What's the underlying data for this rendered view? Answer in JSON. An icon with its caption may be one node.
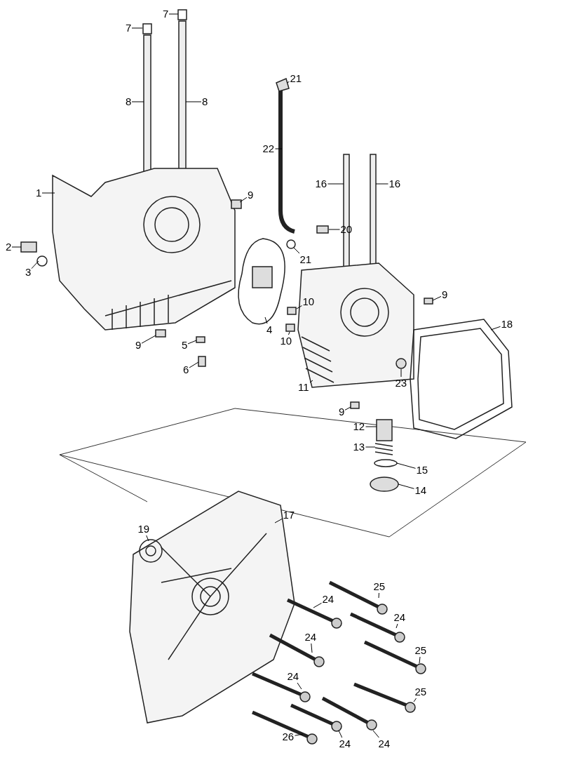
{
  "diagram": {
    "nodes": [
      {
        "text": [
          "7"
        ]
      },
      {
        "text": [
          "7"
        ]
      },
      {
        "text": [
          "8"
        ]
      },
      {
        "text": [
          "8"
        ]
      },
      {
        "text": [
          "1"
        ]
      },
      {
        "text": [
          "2"
        ]
      },
      {
        "text": [
          "3"
        ]
      },
      {
        "text": [
          "21"
        ]
      },
      {
        "text": [
          "22"
        ]
      },
      {
        "text": [
          "9"
        ]
      },
      {
        "text": [
          "21"
        ]
      },
      {
        "text": [
          "20"
        ]
      },
      {
        "text": [
          "16"
        ]
      },
      {
        "text": [
          "16"
        ]
      },
      {
        "text": [
          "9"
        ]
      },
      {
        "text": [
          "10"
        ]
      },
      {
        "text": [
          "4"
        ]
      },
      {
        "text": [
          "10"
        ]
      },
      {
        "text": [
          "5"
        ]
      },
      {
        "text": [
          "9"
        ]
      },
      {
        "text": [
          "6"
        ]
      },
      {
        "text": [
          "18"
        ]
      },
      {
        "text": [
          "11"
        ]
      },
      {
        "text": [
          "23"
        ]
      },
      {
        "text": [
          "9"
        ]
      },
      {
        "text": [
          "12"
        ]
      },
      {
        "text": [
          "13"
        ]
      },
      {
        "text": [
          "15"
        ]
      },
      {
        "text": [
          "14"
        ]
      },
      {
        "text": [
          "17"
        ]
      },
      {
        "text": [
          "19"
        ]
      },
      {
        "text": [
          "25"
        ]
      },
      {
        "text": [
          "24"
        ]
      },
      {
        "text": [
          "24"
        ]
      },
      {
        "text": [
          "24"
        ]
      },
      {
        "text": [
          "25"
        ]
      },
      {
        "text": [
          "24"
        ]
      },
      {
        "text": [
          "25"
        ]
      },
      {
        "text": [
          "26"
        ]
      },
      {
        "text": [
          "24"
        ]
      },
      {
        "text": [
          "24"
        ]
      }
    ],
    "edges": [
      {
        "from": 0,
        "to": null,
        "arrow": "none"
      },
      {
        "from": 1,
        "to": null,
        "arrow": "none"
      },
      {
        "from": 2,
        "to": null,
        "arrow": "none"
      },
      {
        "from": 3,
        "to": null,
        "arrow": "none"
      },
      {
        "from": 4,
        "to": null,
        "arrow": "none"
      },
      {
        "from": 5,
        "to": null,
        "arrow": "none"
      },
      {
        "from": 6,
        "to": null,
        "arrow": "none"
      },
      {
        "from": 7,
        "to": null,
        "arrow": "none"
      },
      {
        "from": 8,
        "to": null,
        "arrow": "none"
      },
      {
        "from": 9,
        "to": null,
        "arrow": "none"
      },
      {
        "from": 10,
        "to": null,
        "arrow": "none"
      },
      {
        "from": 11,
        "to": null,
        "arrow": "none"
      },
      {
        "from": 12,
        "to": null,
        "arrow": "none"
      },
      {
        "from": 13,
        "to": null,
        "arrow": "none"
      },
      {
        "from": 14,
        "to": null,
        "arrow": "none"
      },
      {
        "from": 15,
        "to": null,
        "arrow": "none"
      },
      {
        "from": 16,
        "to": null,
        "arrow": "none"
      },
      {
        "from": 17,
        "to": null,
        "arrow": "none"
      },
      {
        "from": 18,
        "to": null,
        "arrow": "none"
      },
      {
        "from": 19,
        "to": null,
        "arrow": "none"
      },
      {
        "from": 20,
        "to": null,
        "arrow": "none"
      },
      {
        "from": 21,
        "to": null,
        "arrow": "none"
      },
      {
        "from": 22,
        "to": null,
        "arrow": "none"
      },
      {
        "from": 23,
        "to": null,
        "arrow": "none"
      },
      {
        "from": 24,
        "to": null,
        "arrow": "none"
      },
      {
        "from": 25,
        "to": null,
        "arrow": "none"
      },
      {
        "from": 26,
        "to": null,
        "arrow": "none"
      },
      {
        "from": 27,
        "to": null,
        "arrow": "none"
      },
      {
        "from": 28,
        "to": null,
        "arrow": "none"
      },
      {
        "from": 29,
        "to": null,
        "arrow": "none"
      },
      {
        "from": 30,
        "to": null,
        "arrow": "none"
      },
      {
        "from": 31,
        "to": null,
        "arrow": "none"
      },
      {
        "from": 32,
        "to": null,
        "arrow": "none"
      },
      {
        "from": 33,
        "to": null,
        "arrow": "none"
      },
      {
        "from": 34,
        "to": null,
        "arrow": "none"
      },
      {
        "from": 35,
        "to": null,
        "arrow": "none"
      },
      {
        "from": 36,
        "to": null,
        "arrow": "none"
      },
      {
        "from": 37,
        "to": null,
        "arrow": "none"
      },
      {
        "from": 38,
        "to": null,
        "arrow": "none"
      },
      {
        "from": 39,
        "to": null,
        "arrow": "none"
      },
      {
        "from": 40,
        "to": null,
        "arrow": "none"
      }
    ]
  }
}
